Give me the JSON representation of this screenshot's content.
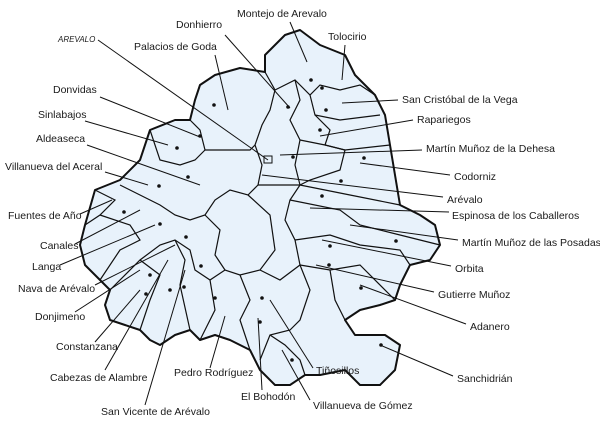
{
  "title_label": "AREVALO",
  "colors": {
    "region_fill": "#e8f2fb",
    "border": "#111111"
  },
  "municipalities": [
    "Palacios de Goda",
    "Donhierro",
    "Montejo de Arevalo",
    "Tolocirio",
    "San Cristóbal de la Vega",
    "Rapariegos",
    "Martín Muñoz de la Dehesa",
    "Codorniz",
    "Arévalo",
    "Espinosa de los Caballeros",
    "Martín Muñoz de las Posadas",
    "Orbita",
    "Gutierre Muñoz",
    "Adanero",
    "Sanchidrián",
    "Villanueva de Gómez",
    "El Bohodón",
    "Tiñosillos",
    "Pedro Rodríguez",
    "San Vicente de Arévalo",
    "Cabezas de Alambre",
    "Constanzana",
    "Donjimeno",
    "Nava de Arévalo",
    "Langa",
    "Canales",
    "Fuentes de Año",
    "Villanueva del Aceral",
    "Aldeaseca",
    "Sinlabajos",
    "Donvidas"
  ]
}
